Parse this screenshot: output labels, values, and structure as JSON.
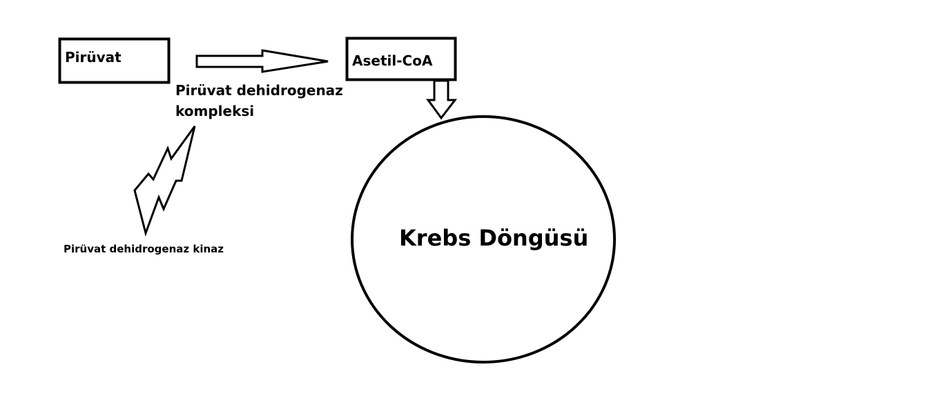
{
  "nodes": {
    "pyruvate": "Pirüvat",
    "acetyl_coa": "Asetil-CoA",
    "complex_line1": "Pirüvat dehidrogenaz",
    "complex_line2": "kompleksi",
    "kinase": "Pirüvat dehidrogenaz kinaz",
    "krebs": "Krebs Döngüsü"
  },
  "colors": {
    "stroke": "#000000",
    "background": "#ffffff"
  }
}
